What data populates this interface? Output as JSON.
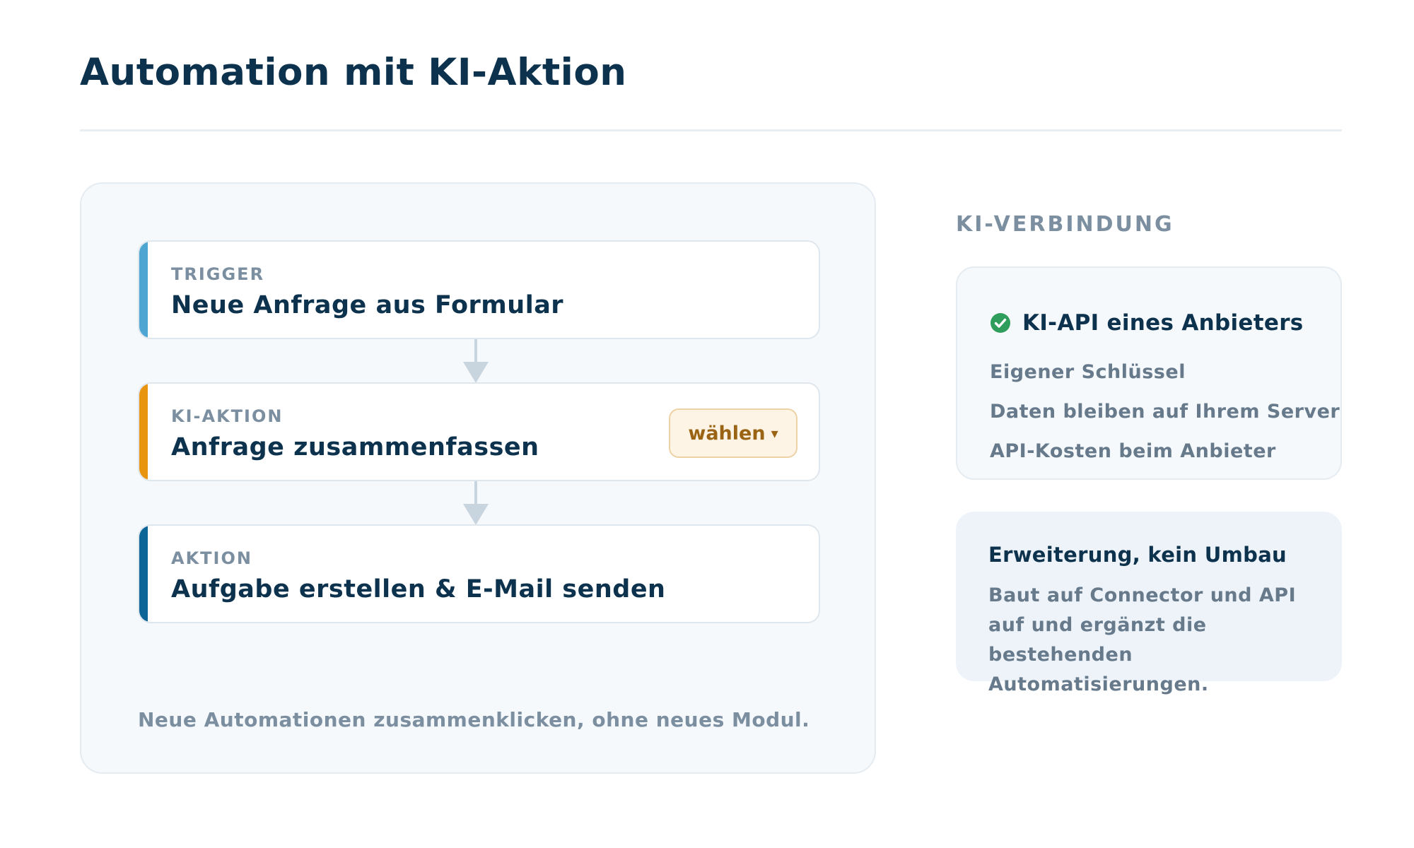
{
  "page": {
    "title": "Automation mit KI-Aktion"
  },
  "workflow": {
    "steps": [
      {
        "label": "TRIGGER",
        "title": "Neue Anfrage aus Formular",
        "accent": "#4ea5d1"
      },
      {
        "label": "KI-AKTION",
        "title": "Anfrage zusammenfassen",
        "accent": "#e8940e",
        "button_label": "wählen",
        "button_icon": "chevron-down-icon"
      },
      {
        "label": "AKTION",
        "title": "Aufgabe erstellen & E-Mail senden",
        "accent": "#0d6496"
      }
    ],
    "footnote": "Neue Automationen zusammenklicken, ohne neues Modul."
  },
  "ki_connection": {
    "heading": "KI-VERBINDUNG",
    "provider": {
      "status_icon": "check-circle-icon",
      "status_color": "#2f9e5c",
      "title": "KI-API eines Anbieters",
      "lines": [
        "Eigener Schlüssel",
        "Daten bleiben auf Ihrem Server",
        "API-Kosten beim Anbieter"
      ]
    },
    "info": {
      "title": "Erweiterung, kein Umbau",
      "body": "Baut auf Connector und API auf und ergänzt die bestehenden Automatisierungen."
    }
  },
  "colors": {
    "title": "#0d324d",
    "muted": "#7b8fa0",
    "button_bg": "#fdf4e6",
    "button_text": "#9a6414"
  }
}
